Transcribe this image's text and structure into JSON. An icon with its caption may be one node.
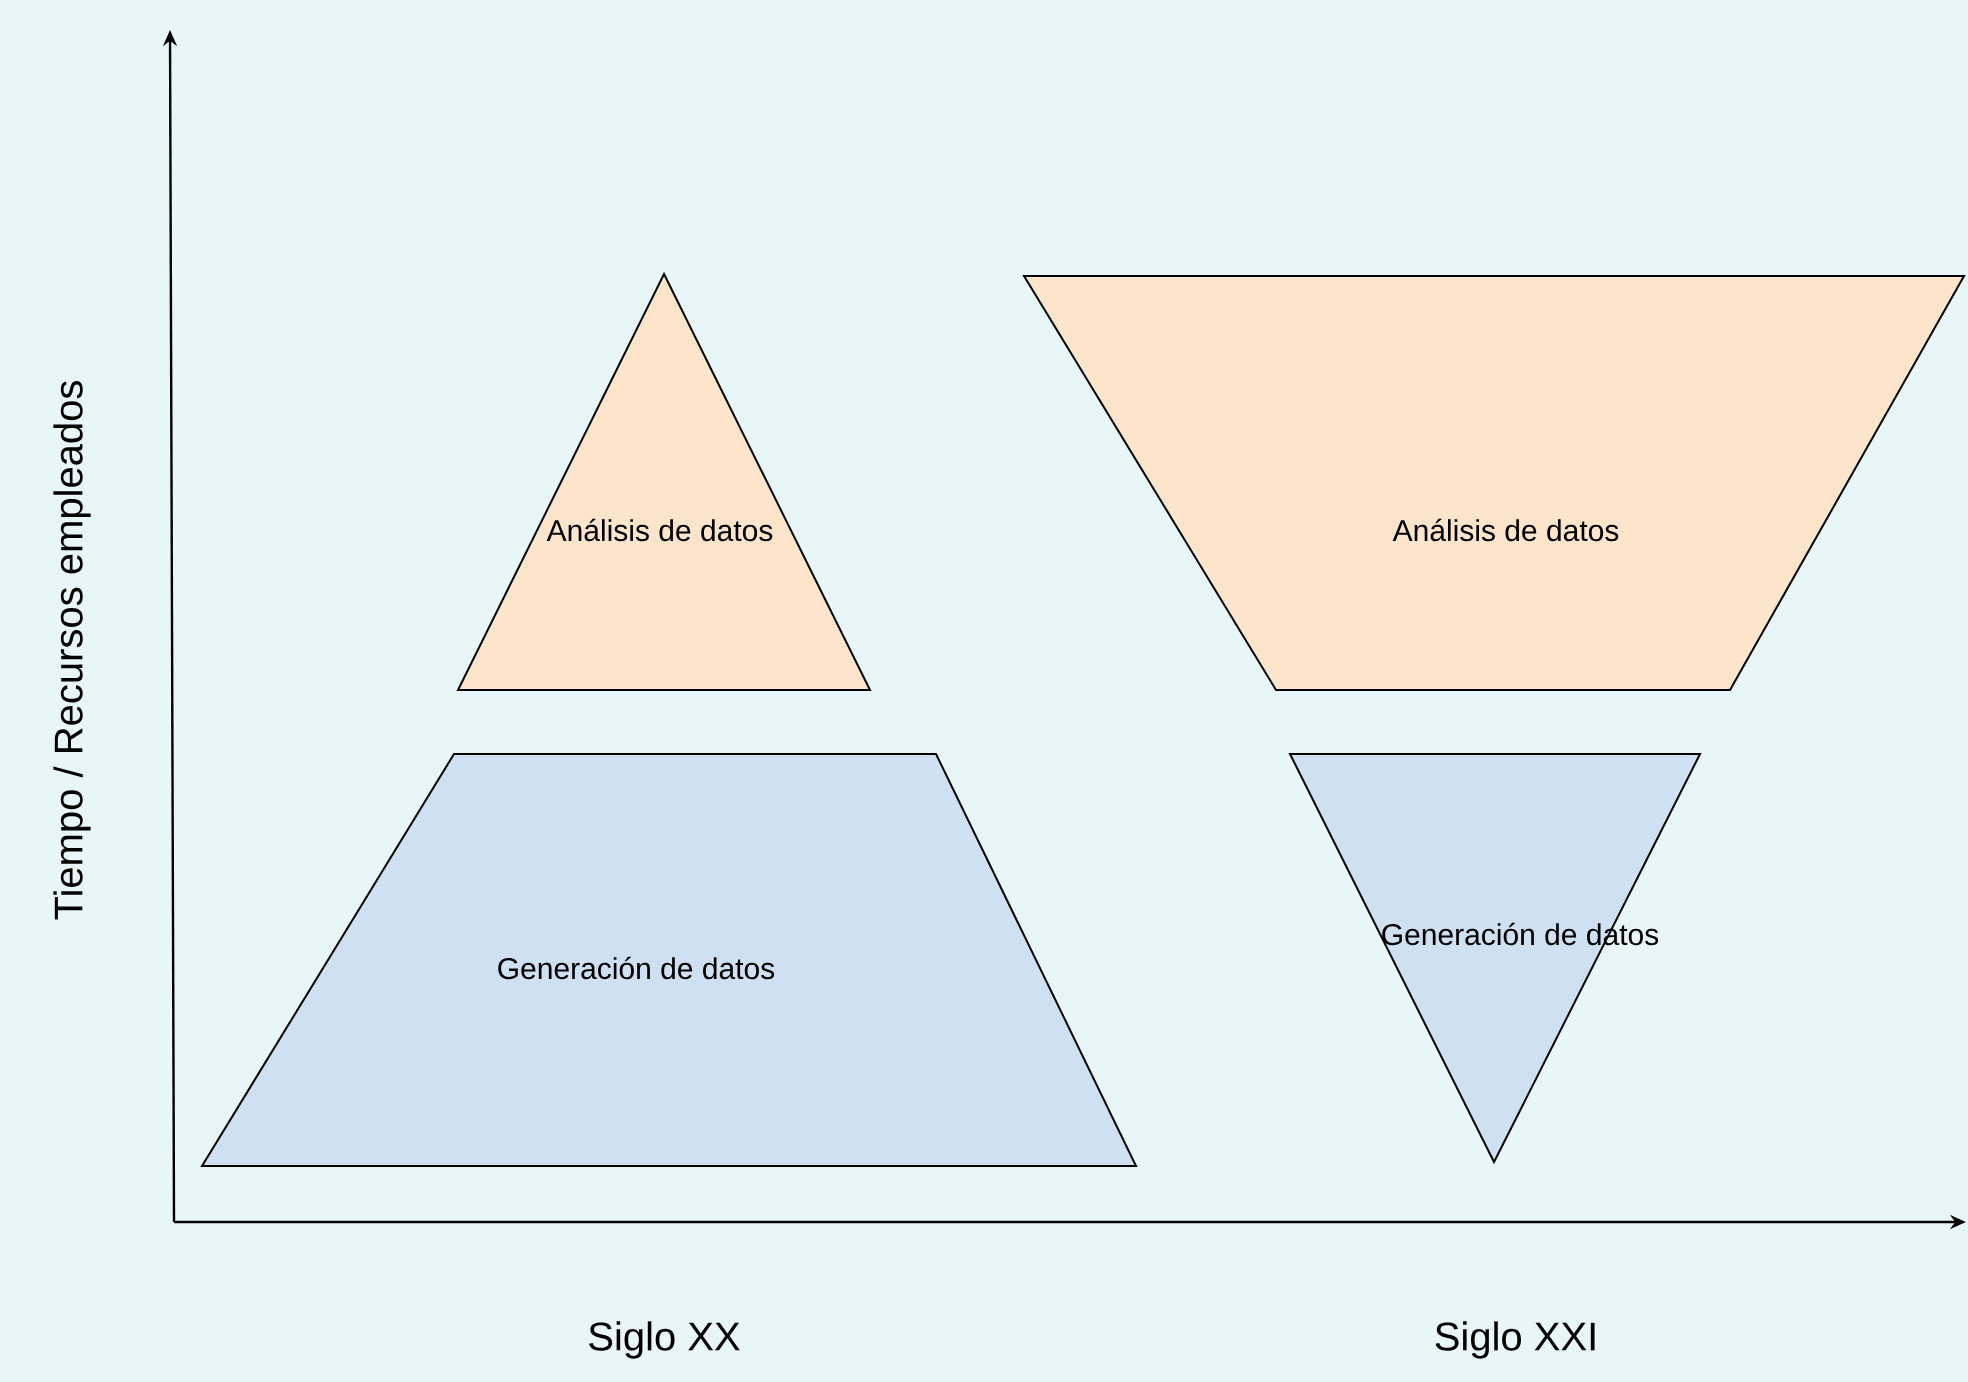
{
  "diagram": {
    "nodes": [
      {
        "text": [
          "Análisis de datos"
        ]
      },
      {
        "text": [
          "Generación de datos"
        ]
      },
      {
        "text": [
          "Análisis de datos"
        ]
      },
      {
        "text": [
          "Generación de datos"
        ]
      }
    ],
    "labels": [
      "Tiempo / Recursos empleados",
      "Siglo XX",
      "Siglo XXI"
    ]
  }
}
